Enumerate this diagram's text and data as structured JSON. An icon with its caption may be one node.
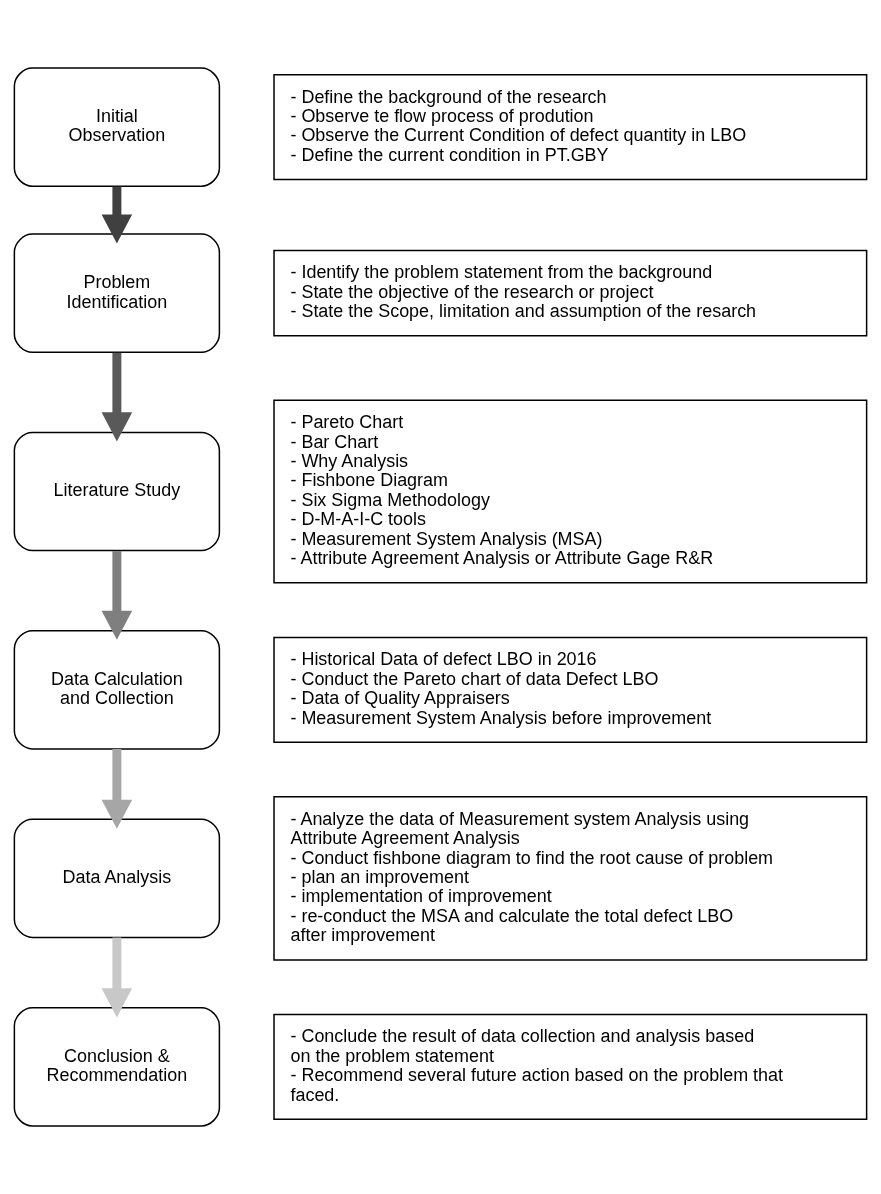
{
  "diagram": {
    "nodes": [
      {
        "text": [
          "Initial Observation"
        ]
      },
      {
        "text": [
          "Problem Identification"
        ]
      },
      {
        "text": [
          "Literature Study"
        ]
      },
      {
        "text": [
          "Data Calculation and Collection"
        ]
      },
      {
        "text": [
          "Data Analysis"
        ]
      },
      {
        "text": [
          "Conclusion & Recommendation"
        ]
      },
      {
        "text": [
          "- Define the background of the research",
          "- Observe te flow process of prodution",
          "- Observe the Current Condition of defect quantity in LBO",
          "- Define the current condition in PT.GBY"
        ]
      },
      {
        "text": [
          "- Identify the problem statement from the background",
          "- State the objective of the research or project",
          "- State the Scope, limitation and assumption of the resarch"
        ]
      },
      {
        "text": [
          "- Pareto Chart",
          "- Bar Chart",
          "- Why Analysis",
          "- Fishbone Diagram",
          "- Six Sigma Methodology",
          "- D-M-A-I-C tools",
          "- Measurement System Analysis (MSA)",
          "- Attribute Agreement Analysis or Attribute Gage R&R"
        ]
      },
      {
        "text": [
          "- Historical Data of defect LBO in 2016",
          "- Conduct the Pareto chart of data Defect LBO",
          "- Data of Quality Appraisers",
          "- Measurement System Analysis before improvement"
        ]
      },
      {
        "text": [
          "- Analyze the data of Measurement system Analysis using Attribute Agreement Analysis",
          "- Conduct fishbone diagram to find the root cause of problem",
          "- plan an improvement",
          "- implementation of improvement",
          "- re-conduct the MSA and calculate the total defect LBO after improvement"
        ]
      },
      {
        "text": [
          "- Conclude the result of data collection and analysis based on the problem statement",
          "- Recommend several future action based on the problem that faced."
        ]
      }
    ],
    "edges": [
      {
        "from": 0,
        "to": 1,
        "arrow": "to",
        "color": "#404040"
      },
      {
        "from": 1,
        "to": 2,
        "arrow": "to",
        "color": "#595959"
      },
      {
        "from": 2,
        "to": 3,
        "arrow": "to",
        "color": "#7f7f7f"
      },
      {
        "from": 3,
        "to": 4,
        "arrow": "to",
        "color": "#a6a6a6"
      },
      {
        "from": 4,
        "to": 5,
        "arrow": "to",
        "color": "#c8c8c8"
      }
    ]
  }
}
